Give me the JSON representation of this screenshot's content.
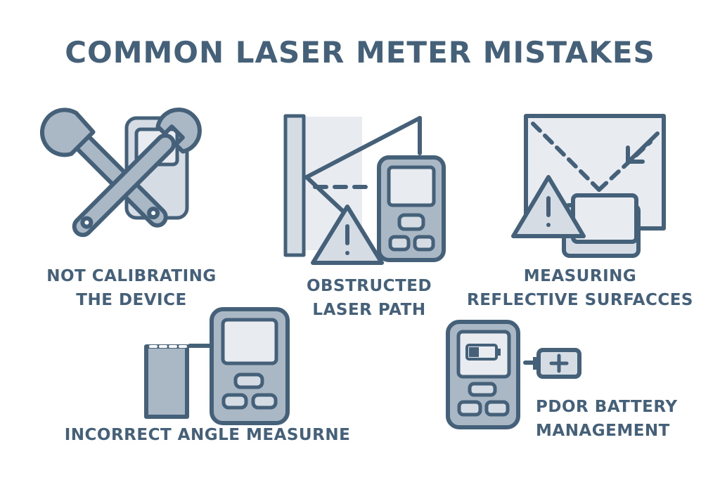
{
  "title": "COMMON LASER METER MISTAKES",
  "colors": {
    "primary": "#456079",
    "fill_light": "#d5dce4",
    "fill_mid": "#aab8c5",
    "screen": "#e8ecf0",
    "background": "#ffffff"
  },
  "items": [
    {
      "id": "calibration",
      "icon": "wrench-screwdriver-icon",
      "caption_lines": [
        "NOT CALIBRATING",
        "THE DEVICE"
      ]
    },
    {
      "id": "obstructed",
      "icon": "obstructed-laser-icon",
      "caption_lines": [
        "OBSTRUCTED",
        "LASER PATH"
      ]
    },
    {
      "id": "reflective",
      "icon": "reflective-surface-icon",
      "caption_lines": [
        "MEASURING",
        "REFLECTIVE SURFACCES"
      ]
    },
    {
      "id": "angle",
      "icon": "angle-measure-icon",
      "caption_lines": [
        "INCORRECT ANGLE MEASURNE"
      ]
    },
    {
      "id": "battery",
      "icon": "battery-icon",
      "caption_lines": [
        "PDOR BATTERY",
        "MANAGEMENT"
      ]
    }
  ]
}
